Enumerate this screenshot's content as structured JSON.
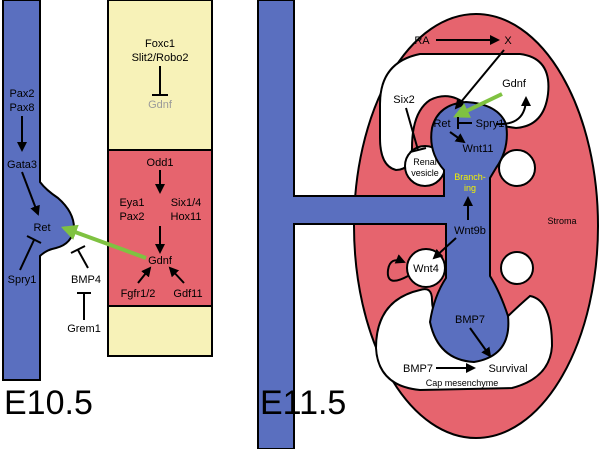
{
  "panels": {
    "left_stage": "E10.5",
    "right_stage": "E11.5"
  },
  "left": {
    "duct_genes": [
      "Pax2",
      "Pax8",
      "Gata3",
      "Ret",
      "Spry1"
    ],
    "side_genes": [
      "BMP4",
      "Grem1"
    ],
    "yellow_genes": [
      "Foxc1",
      "Slit2/Robo2",
      "Gdnf"
    ],
    "red_genes": [
      "Odd1",
      "Eya1",
      "Six1/4",
      "Pax2",
      "Hox11",
      "Gdnf",
      "Fgfr1/2",
      "Gdf11"
    ]
  },
  "right": {
    "ra": "RA",
    "x": "X",
    "gdnf": "Gdnf",
    "six2": "Six2",
    "ret": "Ret",
    "spry1": "Spry1",
    "wnt11": "Wnt11",
    "renal": "Renal",
    "vesicle": "vesicle",
    "branch1": "Branch-",
    "branch2": "ing",
    "wnt9b": "Wnt9b",
    "wnt4": "Wnt4",
    "stroma": "Stroma",
    "bmp7_bud": "BMP7",
    "bmp7_cap": "BMP7",
    "survival": "Survival",
    "cap_mesenchyme": "Cap mesenchyme"
  },
  "colors": {
    "duct_blue": "#5a6fbf",
    "mesenchyme_red": "#e6646e",
    "yellow_zone": "#f7f2b8",
    "arrow_green": "#7fc241"
  }
}
